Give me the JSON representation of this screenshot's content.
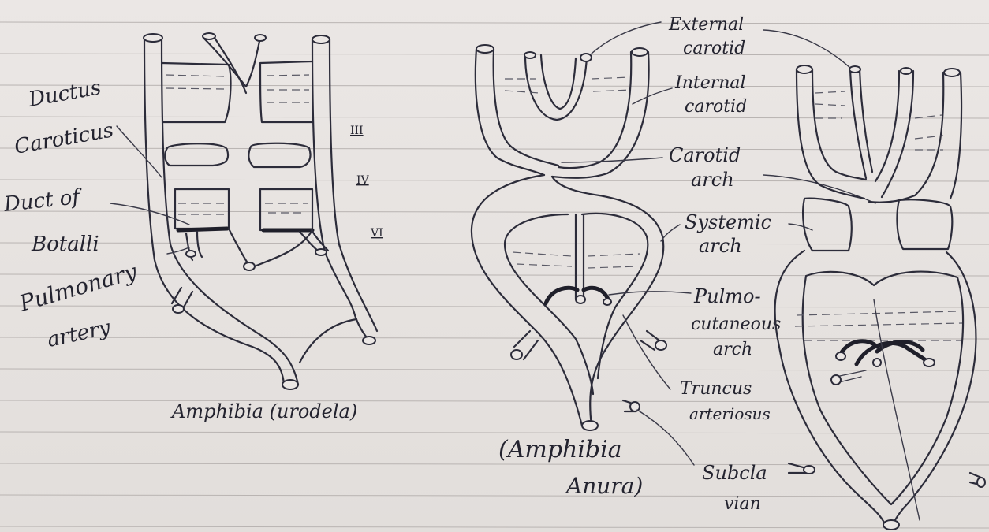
{
  "diagrams": {
    "urodela": {
      "caption": "Amphibia (urodela)",
      "labels": {
        "ductus_line1": "Ductus",
        "ductus_line2": "Caroticus",
        "botalli_line1": "Duct of",
        "botalli_line2": "Botalli",
        "pulmonary_line1": "Pulmonary",
        "pulmonary_line2": "artery"
      },
      "arch_numerals": [
        "III",
        "IV",
        "VI"
      ]
    },
    "anura": {
      "caption_line1": "(Amphibia",
      "caption_line2": "Anura)",
      "labels": {
        "external_line1": "External",
        "external_line2": "carotid",
        "internal_line1": "Internal",
        "internal_line2": "carotid",
        "carotid_arch_line1": "Carotid",
        "carotid_arch_line2": "arch",
        "systemic_line1": "Systemic",
        "systemic_line2": "arch",
        "pulmo_line1": "Pulmo-",
        "pulmo_line2": "cutaneous",
        "pulmo_line3": "arch",
        "truncus_line1": "Truncus",
        "truncus_line2": "arteriosus",
        "subclavian_line1": "Subcla",
        "subclavian_line2": "vian"
      }
    }
  }
}
